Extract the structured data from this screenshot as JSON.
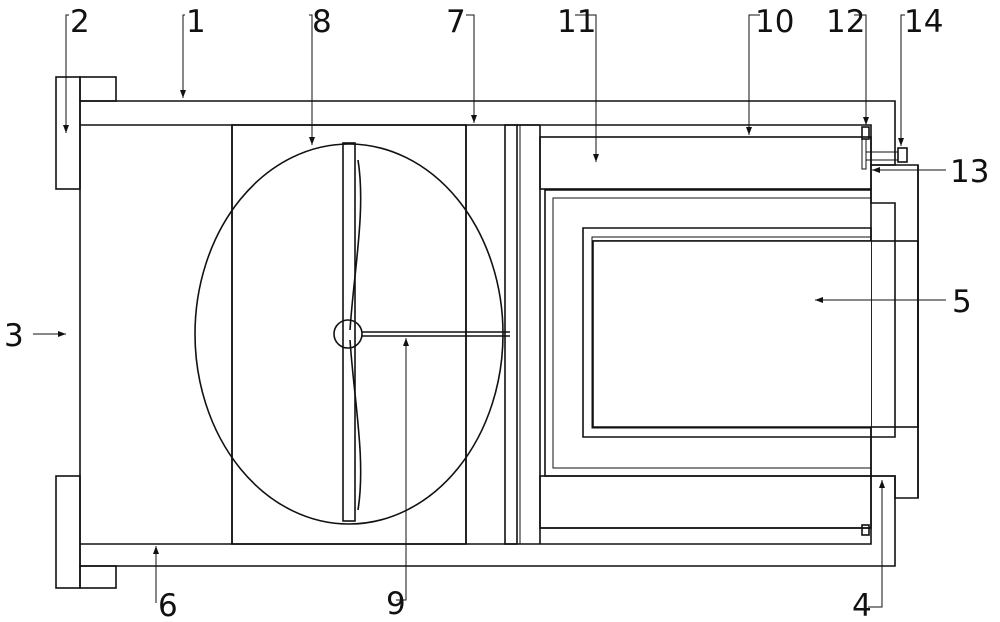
{
  "figure": {
    "callouts": [
      {
        "id": "c1",
        "text": "1"
      },
      {
        "id": "c2",
        "text": "2"
      },
      {
        "id": "c3",
        "text": "3"
      },
      {
        "id": "c4",
        "text": "4"
      },
      {
        "id": "c5",
        "text": "5"
      },
      {
        "id": "c6",
        "text": "6"
      },
      {
        "id": "c7",
        "text": "7"
      },
      {
        "id": "c8",
        "text": "8"
      },
      {
        "id": "c9",
        "text": "9"
      },
      {
        "id": "c10",
        "text": "10"
      },
      {
        "id": "c11",
        "text": "11"
      },
      {
        "id": "c12",
        "text": "12"
      },
      {
        "id": "c13",
        "text": "13"
      },
      {
        "id": "c14",
        "text": "14"
      }
    ],
    "colors": {
      "line": "#111111",
      "background": "#ffffff"
    }
  }
}
